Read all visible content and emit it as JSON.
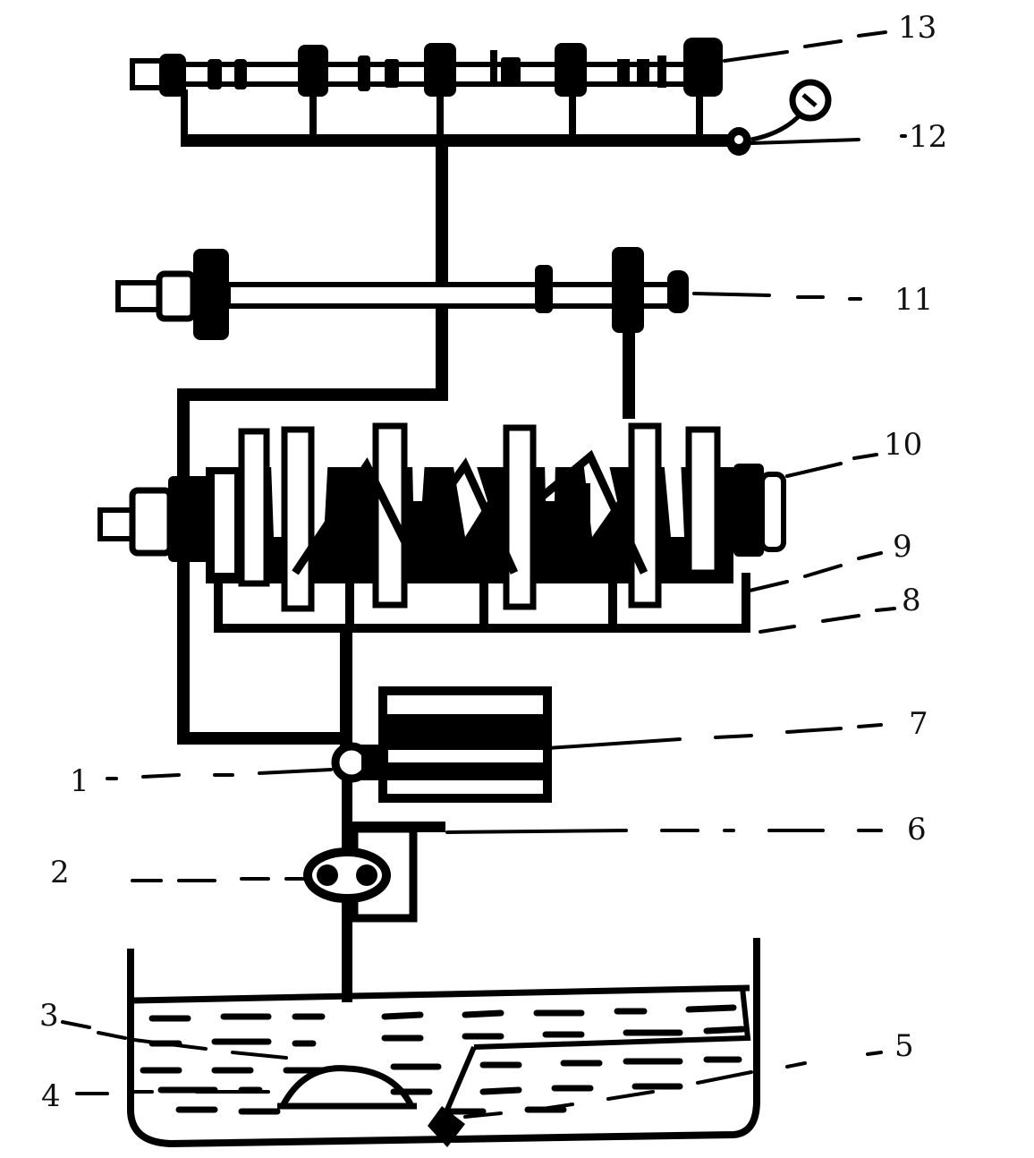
{
  "colors": {
    "ink": "#000000",
    "paper": "#ffffff"
  },
  "labels": {
    "l1": "1",
    "l2": "2",
    "l3": "3",
    "l4": "4",
    "l5": "5",
    "l6": "6",
    "l7": "7",
    "l8": "8",
    "l9": "9",
    "l10": "10",
    "l11": "11",
    "l12": "12",
    "l13": "13"
  }
}
